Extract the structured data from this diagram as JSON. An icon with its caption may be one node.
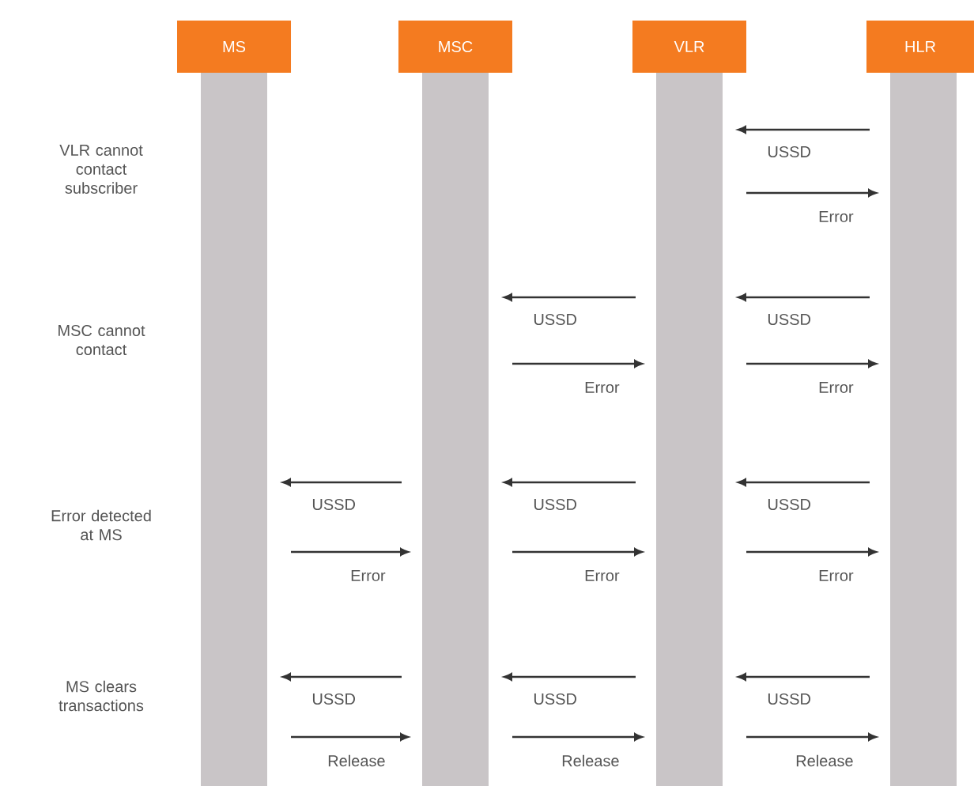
{
  "diagram": {
    "nodes": [
      {
        "text": [
          "MS"
        ]
      },
      {
        "text": [
          "MSC"
        ]
      },
      {
        "text": [
          "VLR"
        ]
      },
      {
        "text": [
          "HLR"
        ]
      },
      {
        "text": [],
        "shape": "bar"
      },
      {
        "text": [],
        "shape": "bar"
      },
      {
        "text": [],
        "shape": "bar"
      },
      {
        "text": [],
        "shape": "bar"
      }
    ],
    "edges": [
      {
        "from": 7,
        "to": 6,
        "arrow": "to",
        "label": "USSD"
      },
      {
        "from": 6,
        "to": 7,
        "arrow": "to",
        "label": "Error"
      },
      {
        "from": 6,
        "to": 5,
        "arrow": "to",
        "label": "USSD"
      },
      {
        "from": 7,
        "to": 6,
        "arrow": "to",
        "label": "USSD"
      },
      {
        "from": 5,
        "to": 6,
        "arrow": "to",
        "label": "Error"
      },
      {
        "from": 6,
        "to": 7,
        "arrow": "to",
        "label": "Error"
      },
      {
        "from": 5,
        "to": 4,
        "arrow": "to",
        "label": "USSD"
      },
      {
        "from": 6,
        "to": 5,
        "arrow": "to",
        "label": "USSD"
      },
      {
        "from": 7,
        "to": 6,
        "arrow": "to",
        "label": "USSD"
      },
      {
        "from": 4,
        "to": 5,
        "arrow": "to",
        "label": "Error"
      },
      {
        "from": 5,
        "to": 6,
        "arrow": "to",
        "label": "Error"
      },
      {
        "from": 6,
        "to": 7,
        "arrow": "to",
        "label": "Error"
      },
      {
        "from": 5,
        "to": 4,
        "arrow": "to",
        "label": "USSD"
      },
      {
        "from": 6,
        "to": 5,
        "arrow": "to",
        "label": "USSD"
      },
      {
        "from": 7,
        "to": 6,
        "arrow": "to",
        "label": "USSD"
      },
      {
        "from": 4,
        "to": 5,
        "arrow": "to",
        "label": "Release"
      },
      {
        "from": 5,
        "to": 6,
        "arrow": "to",
        "label": "Release"
      },
      {
        "from": 6,
        "to": 7,
        "arrow": "to",
        "label": "Release"
      }
    ],
    "labels": [
      "VLR cannot contact subscriber",
      "MSC cannot contact",
      "Error detected at MS",
      "MS clears transactions"
    ]
  }
}
